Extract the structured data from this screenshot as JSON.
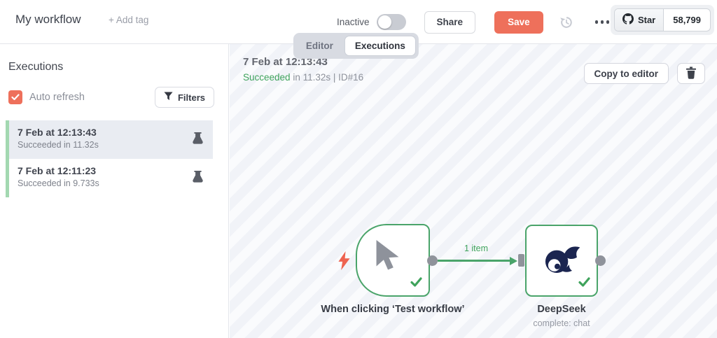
{
  "topbar": {
    "title": "My workflow",
    "add_tag": "+ Add tag",
    "inactive_label": "Inactive",
    "share_label": "Share",
    "save_label": "Save",
    "github": {
      "star_label": "Star",
      "star_count": "58,799"
    }
  },
  "tabs": {
    "editor": "Editor",
    "executions": "Executions"
  },
  "sidebar": {
    "heading": "Executions",
    "auto_refresh_label": "Auto refresh",
    "filters_label": "Filters",
    "items": [
      {
        "date": "7 Feb at 12:13:43",
        "status": "Succeeded in 11.32s",
        "selected": true
      },
      {
        "date": "7 Feb at 12:11:23",
        "status": "Succeeded in 9.733s",
        "selected": false
      }
    ]
  },
  "execution_header": {
    "date": "7 Feb at 12:13:43",
    "status_word": "Succeeded",
    "status_rest": " in 11.32s | ID#16",
    "copy_to_editor_label": "Copy to editor"
  },
  "canvas": {
    "trigger_node_label": "When clicking ‘Test workflow’",
    "connection_label": "1 item",
    "deepseek_node_label": "DeepSeek",
    "deepseek_node_sub": "complete: chat"
  },
  "icons": {
    "github": "github-mark",
    "history": "restore-clock",
    "more": "ellipsis-dots",
    "filters": "funnel",
    "execution_badge": "lab-flask",
    "trash": "trash-can",
    "trigger": "mouse-cursor",
    "bolt": "lightning",
    "deepseek": "whale-logo",
    "success": "checkmark"
  },
  "colors": {
    "accent": "#ee705b",
    "success_green": "#3fa35c",
    "node_border_green": "#4aa46a",
    "list_strip_green": "#a3d8b1",
    "selected_row_bg": "#e9ecf2",
    "deepseek_navy": "#1b2550"
  }
}
